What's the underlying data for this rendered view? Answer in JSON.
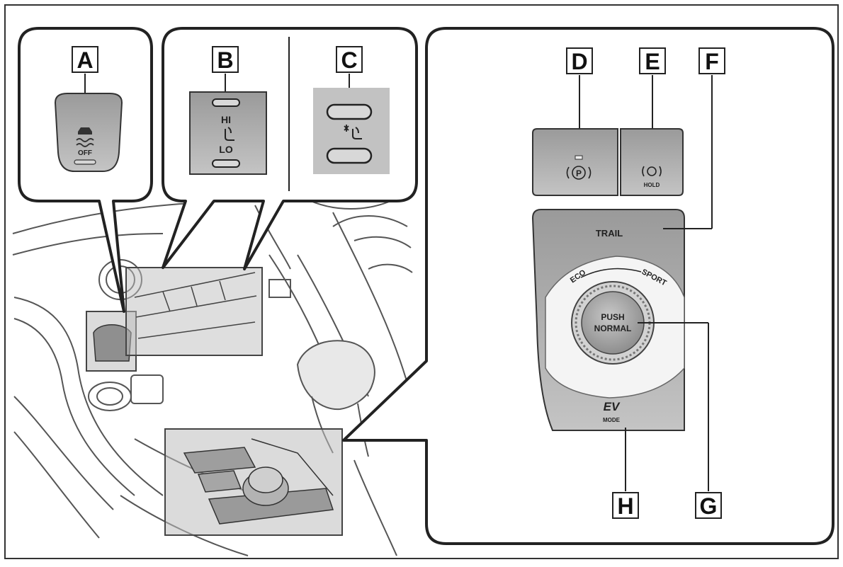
{
  "callouts": {
    "A": "A",
    "B": "B",
    "C": "C",
    "D": "D",
    "E": "E",
    "F": "F",
    "G": "G",
    "H": "H"
  },
  "switch_a": {
    "label": "OFF"
  },
  "switch_b": {
    "hi": "HI",
    "lo": "LO"
  },
  "switch_e": {
    "label": "HOLD"
  },
  "dial": {
    "trail": "TRAIL",
    "eco": "ECO",
    "sport": "SPORT",
    "push": "PUSH",
    "normal": "NORMAL",
    "ev": "EV",
    "mode": "MODE"
  }
}
